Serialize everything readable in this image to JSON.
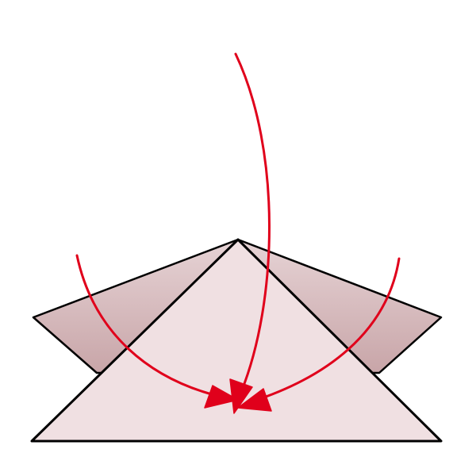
{
  "diagram": {
    "kind": "origami-fold-step",
    "description_visible_text": "",
    "colors": {
      "background": "#ffffff",
      "paper_front": "#f0e0e2",
      "paper_back_light": "#e6d3d5",
      "paper_back_dark": "#c8a5a8",
      "outline": "#000000",
      "arrow": "#e0001b"
    },
    "elements": {
      "back_wing_left": "back-layer-left-flap",
      "back_wing_right": "back-layer-right-flap",
      "front_triangle": "front-paper-triangle",
      "arrows": [
        "fold-arrow-left",
        "fold-arrow-top",
        "fold-arrow-right"
      ]
    }
  }
}
